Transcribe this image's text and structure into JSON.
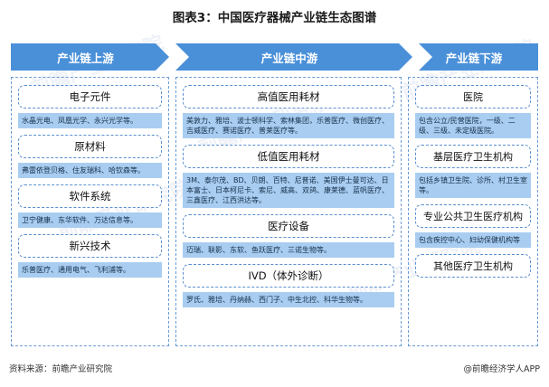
{
  "title": "图表3：中国医疗器械产业链生态图谱",
  "watermarks": [
    "前瞻产业研究院",
    "前瞻产业研究院",
    "前瞻产业研究院",
    "前瞻产业研究院",
    "前瞻产业研究院"
  ],
  "colors": {
    "arrow_blue": "#4a90d9",
    "content_blue": "#a9cdf0",
    "dashed_border": "#6b9bd2",
    "title_text": "#1a1a1a"
  },
  "stages": [
    {
      "header": "产业链上游",
      "groups": [
        {
          "label": "电子元件",
          "content": "水晶光电、凤凰光学、永兴光学等。"
        },
        {
          "label": "原材料",
          "content": "弗雷依登贝格、住友瑞科、哈钦森等。"
        },
        {
          "label": "软件系统",
          "content": "卫宁健康、东华软件、万达信息等。"
        },
        {
          "label": "新兴技术",
          "content": "乐普医疗、通用电气、飞利浦等。"
        }
      ]
    },
    {
      "header": "产业链中游",
      "groups": [
        {
          "label": "高值医用耗材",
          "content": "美敦力、雅培、波士顿科学、索林集团，乐普医疗、微创医疗、吉威医疗、赛诺医疗、普莱医疗等。"
        },
        {
          "label": "低值医用耗材",
          "content": "3M、泰尔茂、BD、贝朗、百特、尼普诺、美国伊士曼可达、日本富士、日本柯尼卡、索尼、威高、双鸽、康莱德、蓝帆医疗、三鑫医疗、江西洪达等。"
        },
        {
          "label": "医疗设备",
          "content": "迈瑞、联影、东软、鱼跃医疗、三诺生物等。"
        },
        {
          "label": "IVD（体外诊断）",
          "content": "罗氏、雅培、丹纳赫、西门子、中生北控、科华生物等。"
        }
      ]
    },
    {
      "header": "产业链下游",
      "groups": [
        {
          "label": "医院",
          "content": "包含公立/民营医院，一级、二级、三级、未定级医院。"
        },
        {
          "label": "基层医疗卫生机构",
          "content": "包括乡镇卫生院、诊所、村卫生室等。"
        },
        {
          "label": "专业公共卫生医疗机构",
          "content": "包含疾控中心、妇幼保健机构等"
        },
        {
          "label": "其他医疗卫生机构",
          "content": ""
        }
      ]
    }
  ],
  "footer": {
    "source": "资料来源：前瞻产业研究院",
    "brand": "@前瞻经济学人APP"
  }
}
